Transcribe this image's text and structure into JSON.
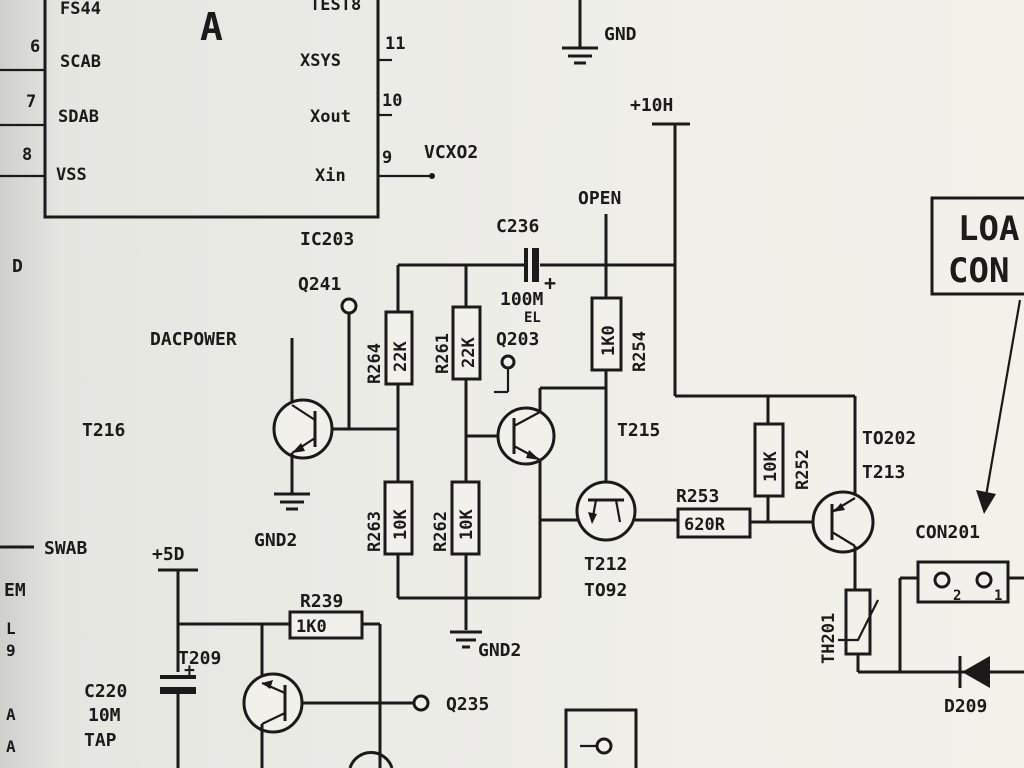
{
  "ic": {
    "ref": "IC203",
    "partial_name": "A",
    "pins_left": [
      {
        "num": "",
        "name": "FS44"
      },
      {
        "num": "6",
        "name": "SCAB"
      },
      {
        "num": "7",
        "name": "SDAB"
      },
      {
        "num": "8",
        "name": "VSS"
      }
    ],
    "pins_right": [
      {
        "num": "",
        "name": "TEST8"
      },
      {
        "num": "11",
        "name": "XSYS"
      },
      {
        "num": "10",
        "name": "Xout"
      },
      {
        "num": "9",
        "name": "Xin"
      }
    ]
  },
  "nets": {
    "vcxo2": "VCXO2",
    "gnd": "GND",
    "plus10h": "+10H",
    "open": "OPEN",
    "dacpower": "DACPOWER",
    "gnd2_left": "GND2",
    "gnd2_bottom": "GND2",
    "swab": "SWAB",
    "plus5d": "+5D",
    "left_d": "D",
    "em": "EM",
    "l": "L",
    "nine": "9",
    "a1": "A",
    "a2": "A"
  },
  "box_partial": {
    "line1": "LOA",
    "line2": "CON"
  },
  "components": {
    "c236": {
      "ref": "C236",
      "value": "100M",
      "type": "EL"
    },
    "r264": {
      "ref": "R264",
      "value": "22K"
    },
    "r261": {
      "ref": "R261",
      "value": "22K"
    },
    "r254": {
      "ref": "R254",
      "value": "1K0"
    },
    "r263": {
      "ref": "R263",
      "value": "10K"
    },
    "r262": {
      "ref": "R262",
      "value": "10K"
    },
    "r252": {
      "ref": "R252",
      "value": "10K"
    },
    "r253": {
      "ref": "R253",
      "value": "620R"
    },
    "r239": {
      "ref": "R239",
      "value": "1K0"
    },
    "c220": {
      "ref": "C220",
      "value": "10M",
      "type": "TAP"
    },
    "t216": {
      "ref": "T216"
    },
    "t215": {
      "ref": "T215"
    },
    "t212": {
      "ref": "T212",
      "package": "TO92"
    },
    "t213": {
      "ref": "T213",
      "alt": "TO202"
    },
    "t209": {
      "ref": "T209"
    },
    "th201": {
      "ref": "TH201"
    },
    "d209": {
      "ref": "D209"
    },
    "con201": {
      "ref": "CON201",
      "pin2": "2",
      "pin1": "1"
    },
    "q241": {
      "ref": "Q241"
    },
    "q203": {
      "ref": "Q203"
    },
    "q235": {
      "ref": "Q235"
    }
  }
}
